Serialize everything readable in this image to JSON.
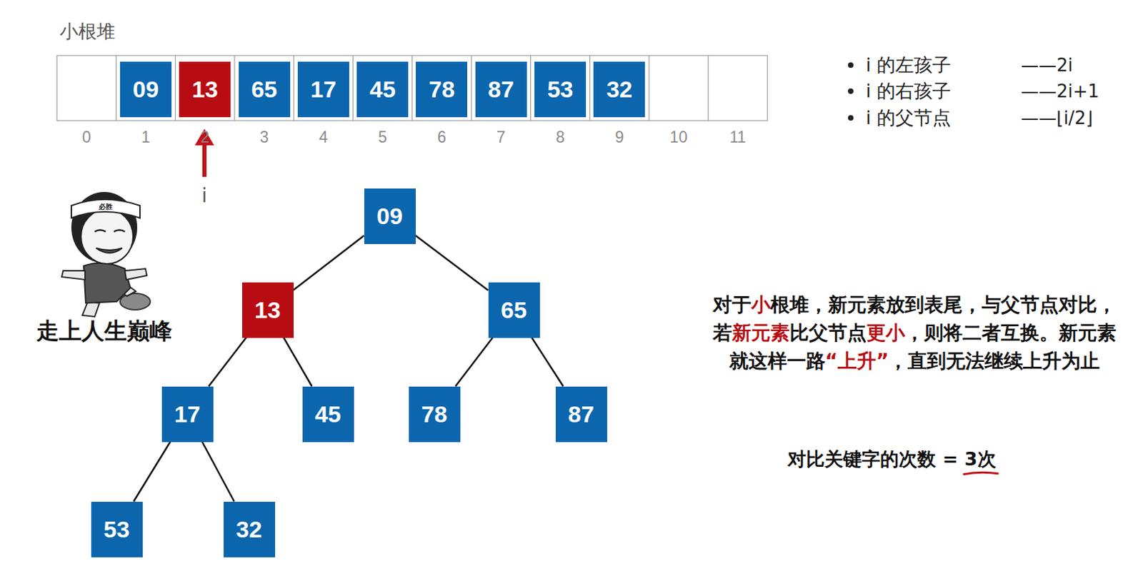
{
  "diagram": {
    "title": "小根堆",
    "nodes": [
      {
        "text": [
          "09"
        ]
      },
      {
        "text": [
          "13"
        ]
      },
      {
        "text": [
          "65"
        ]
      },
      {
        "text": [
          "17"
        ]
      },
      {
        "text": [
          "45"
        ]
      },
      {
        "text": [
          "78"
        ]
      },
      {
        "text": [
          "87"
        ]
      },
      {
        "text": [
          "53"
        ]
      },
      {
        "text": [
          "32"
        ]
      },
      {
        "text": [
          "09"
        ]
      },
      {
        "text": [
          "13"
        ]
      },
      {
        "text": [
          "65"
        ]
      },
      {
        "text": [
          "17"
        ]
      },
      {
        "text": [
          "45"
        ]
      },
      {
        "text": [
          "78"
        ]
      },
      {
        "text": [
          "87"
        ]
      },
      {
        "text": [
          "53"
        ]
      },
      {
        "text": [
          "32"
        ]
      }
    ],
    "edges": [
      {
        "from": 9,
        "to": 10,
        "arrow": "none"
      },
      {
        "from": 9,
        "to": 11,
        "arrow": "none"
      },
      {
        "from": 10,
        "to": 12,
        "arrow": "none"
      },
      {
        "from": 10,
        "to": 13,
        "arrow": "none"
      },
      {
        "from": 11,
        "to": 14,
        "arrow": "none"
      },
      {
        "from": 11,
        "to": 15,
        "arrow": "none"
      },
      {
        "from": 12,
        "to": 16,
        "arrow": "none"
      },
      {
        "from": 12,
        "to": 17,
        "arrow": "none"
      }
    ],
    "labels": [
      "0",
      "1",
      "2",
      "3",
      "4",
      "5",
      "6",
      "7",
      "8",
      "9",
      "10",
      "11",
      "i",
      "i 的左孩子",
      "——2i",
      "i 的右孩子",
      "——2i+1",
      "i 的父节点",
      "——⌊i/2⌋",
      "必胜",
      "走上人生巅峰",
      "对于",
      "小",
      "根堆，新元素放到表尾，与父节点对比，若",
      "新元素",
      "比父节点",
      "更小",
      "，则将二者互换。新元素就这样一路",
      "“上升”",
      "，直到无法继续上升为止",
      "对比关键字的次数 = ",
      "3次"
    ]
  }
}
